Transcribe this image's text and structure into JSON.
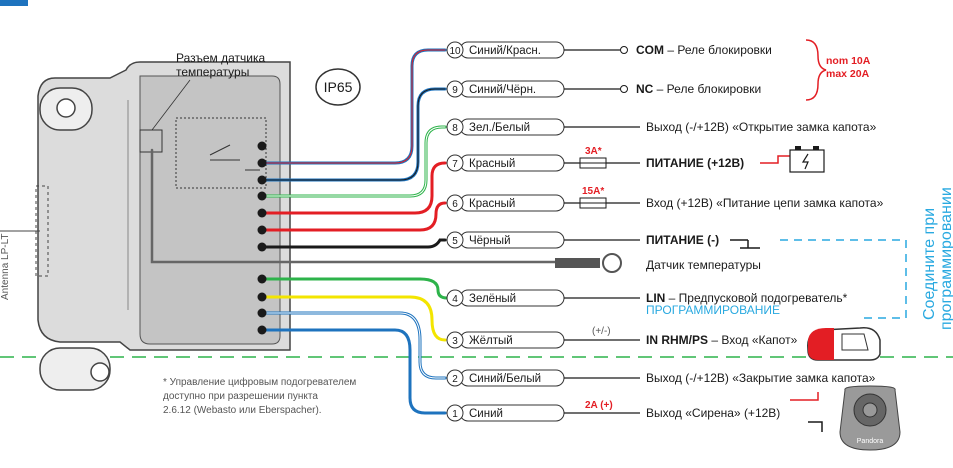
{
  "ip_rating": "IP65",
  "sensor_connector_label": [
    "Разъем датчика",
    "температуры"
  ],
  "left_side_label": "Antenna LP-LT",
  "wires": [
    {
      "num": "10",
      "name": "Синий/Красн."
    },
    {
      "num": "9",
      "name": "Синий/Чёрн."
    },
    {
      "num": "8",
      "name": "Зел./Белый"
    },
    {
      "num": "7",
      "name": "Красный"
    },
    {
      "num": "6",
      "name": "Красный"
    },
    {
      "num": "5",
      "name": "Чёрный"
    },
    {
      "num": "4",
      "name": "Зелёный"
    },
    {
      "num": "3",
      "name": "Жёлтый"
    },
    {
      "num": "2",
      "name": "Синий/Белый"
    },
    {
      "num": "1",
      "name": "Синий"
    }
  ],
  "functions": {
    "f10_term": "COM",
    "f10_rest": " – Реле блокировки",
    "f9_term": "NC",
    "f9_rest": " – Реле блокировки",
    "f8": "Выход (-/+12В) «Открытие замка капота»",
    "f7": "ПИТАНИЕ (+12В)",
    "f6": "Вход (+12В) «Питание цепи замка капота»",
    "f5": "ПИТАНИЕ (-)",
    "sensor": "Датчик температуры",
    "f4_term": "LIN",
    "f4_rest": " – Предпусковой подогреватель*",
    "f4_prog": "ПРОГРАММИРОВАНИЕ",
    "f3_term": "IN RHM/PS",
    "f3_rest": " – Вход «Капот»",
    "f3_pol": "(+/-)",
    "f2": "Выход (-/+12В) «Закрытие замка капота»",
    "f1": "Выход «Сирена» (+12В)"
  },
  "relay_rating": [
    "nom 10A",
    "max 20A"
  ],
  "fuses": {
    "f7": "3A*",
    "f6": "15A*",
    "f1": "2A (+)"
  },
  "prog_note": [
    "Соедините при",
    "программировании"
  ],
  "footnote": [
    "* Управление цифровым подогревателем",
    "доступно при разрешении пункта",
    "2.6.12 (Webasto или Eberspacher)."
  ],
  "siren_brand": "Pandora",
  "colors": {
    "red": "#e31e24",
    "green": "#2db34a",
    "blue": "#1e73be",
    "yellow": "#f3e500",
    "black": "#1a1a1a",
    "accent": "#29a9e0"
  }
}
